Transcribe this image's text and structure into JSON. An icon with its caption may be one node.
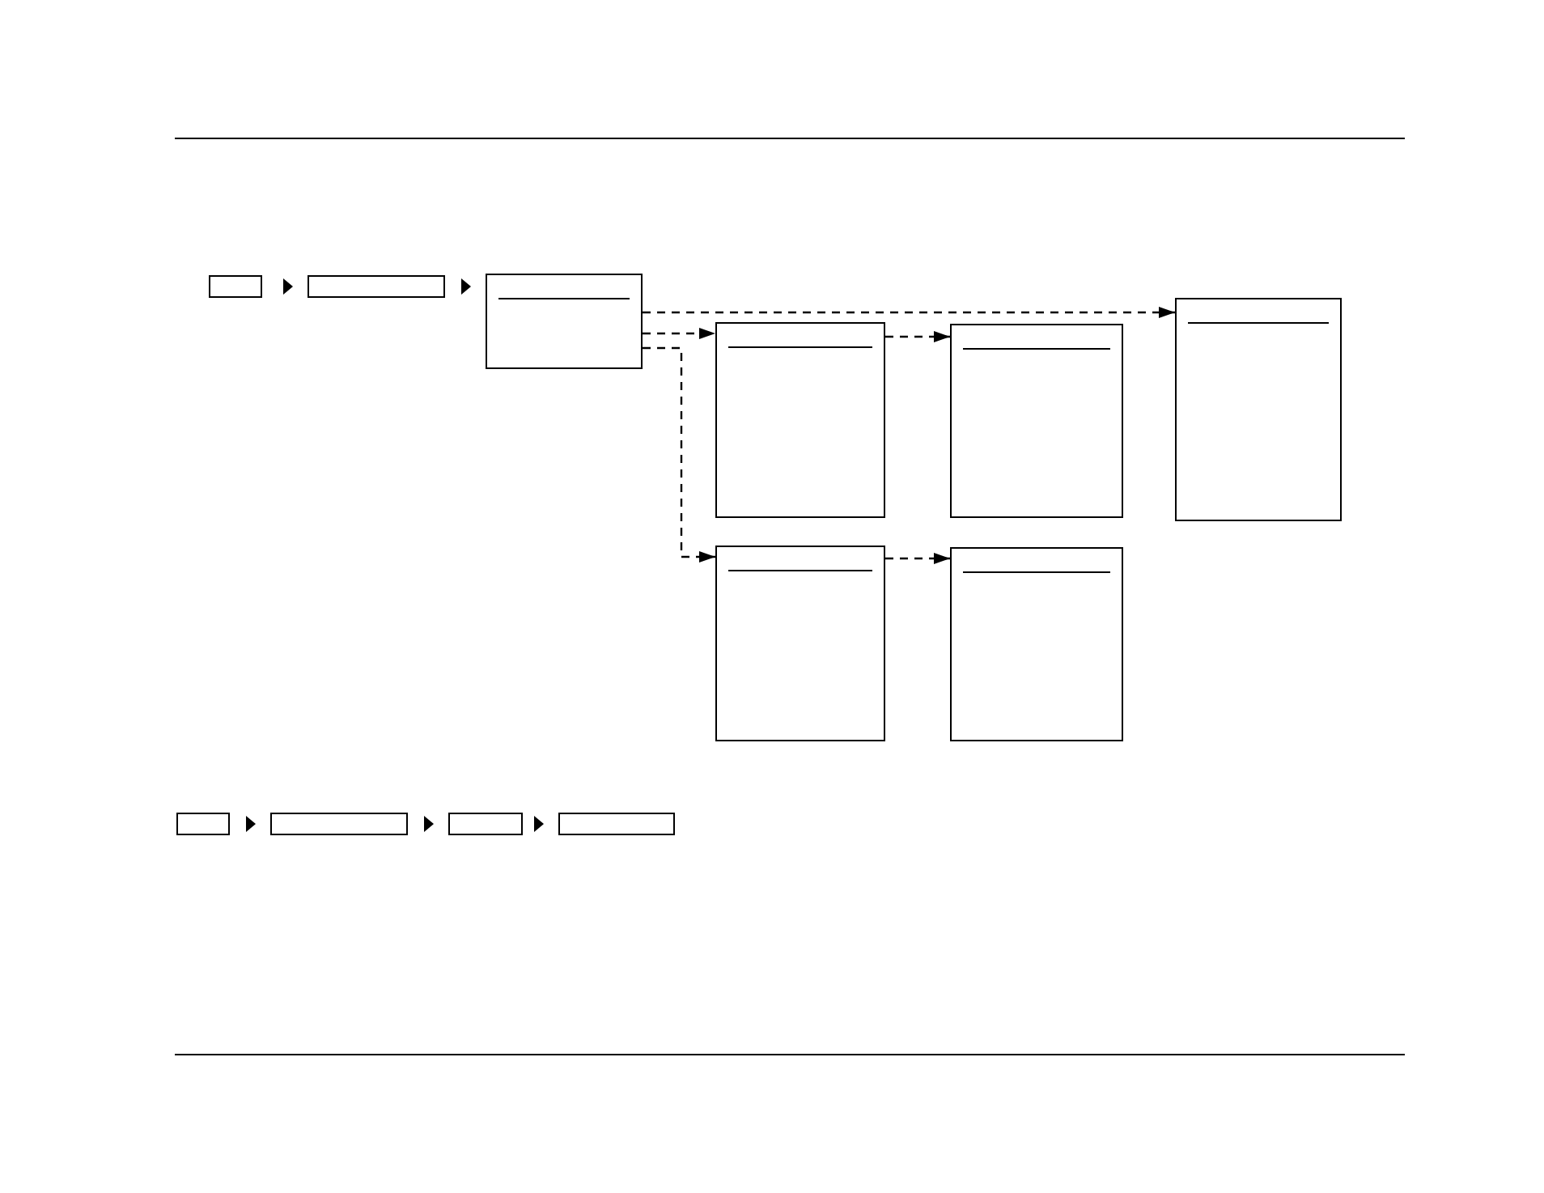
{
  "diagram": {
    "nodes": [
      {
        "text": [],
        "shape": "box"
      },
      {
        "text": [],
        "shape": "box"
      },
      {
        "text": [],
        "shape": "box"
      },
      {
        "text": [],
        "shape": "box"
      },
      {
        "text": [],
        "shape": "box"
      },
      {
        "text": [],
        "shape": "box"
      },
      {
        "text": [],
        "shape": "box"
      },
      {
        "text": [],
        "shape": "box"
      },
      {
        "text": [],
        "shape": "box"
      },
      {
        "text": [],
        "shape": "box"
      },
      {
        "text": [],
        "shape": "box"
      },
      {
        "text": [],
        "shape": "box"
      }
    ],
    "edges": [
      {
        "from": 0,
        "to": 1,
        "arrow": "to"
      },
      {
        "from": 1,
        "to": 2,
        "arrow": "to"
      },
      {
        "from": 2,
        "to": 5,
        "arrow": "to",
        "style": "dashed"
      },
      {
        "from": 2,
        "to": 3,
        "arrow": "to",
        "style": "dashed"
      },
      {
        "from": 2,
        "to": 6,
        "arrow": "to",
        "style": "dashed"
      },
      {
        "from": 3,
        "to": 4,
        "arrow": "to",
        "style": "dashed"
      },
      {
        "from": 6,
        "to": 7,
        "arrow": "to",
        "style": "dashed"
      },
      {
        "from": 8,
        "to": 9,
        "arrow": "to"
      },
      {
        "from": 9,
        "to": 10,
        "arrow": "to"
      },
      {
        "from": 10,
        "to": 11,
        "arrow": "to"
      }
    ]
  }
}
